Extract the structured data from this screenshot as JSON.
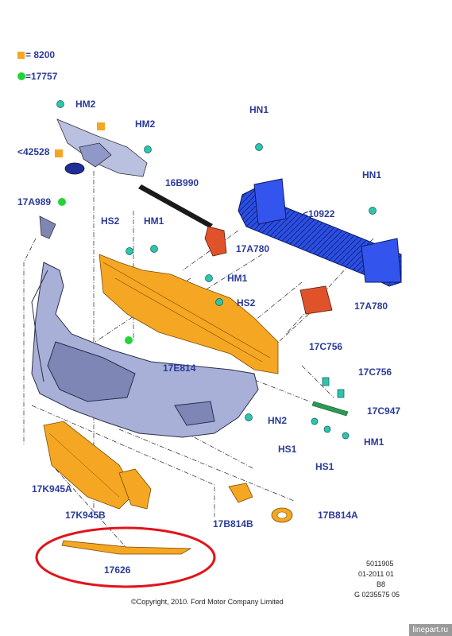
{
  "legend": [
    {
      "symbol": "orange-square",
      "text": "= 8200",
      "color": "#f5a623"
    },
    {
      "symbol": "green-dot",
      "text": "=17757",
      "color": "#22d33a"
    }
  ],
  "callouts": {
    "hm2_a": "HM2",
    "hm2_b": "HM2",
    "grille_ref": "<42528",
    "c17A989": "17A989",
    "c16B990": "16B990",
    "hn1_a": "HN1",
    "hn1_b": "HN1",
    "c10922": "<10922",
    "hs2_a": "HS2",
    "hm1_a": "HM1",
    "c17A780_a": "17A780",
    "hm1_b": "HM1",
    "hs2_b": "HS2",
    "c17A780_b": "17A780",
    "c17E814": "17E814",
    "c17C756_a": "17C756",
    "c17C756_b": "17C756",
    "c17C947": "17C947",
    "hn2": "HN2",
    "hs1_a": "HS1",
    "hs1_b": "HS1",
    "hm1_c": "HM1",
    "c17K945A": "17K945A",
    "c17K945B": "17K945B",
    "c17B814B": "17B814B",
    "c17B814A": "17B814A",
    "c17626": "17626"
  },
  "meta": {
    "line1": "5011905",
    "line2": "01-2011 01",
    "line3": "B8",
    "line4": "G 0235575 05"
  },
  "copyright": "©Copyright, 2010. Ford Motor Company Limited",
  "watermark": "linepart.ru",
  "highlight_color": "#e0141b",
  "part_colors": {
    "blue_beam": "#2244cc",
    "orange_parts": "#f5a623",
    "bumper": "#a8b0d8",
    "bracket": "#e0522a",
    "clip": "#2ec4b0"
  }
}
